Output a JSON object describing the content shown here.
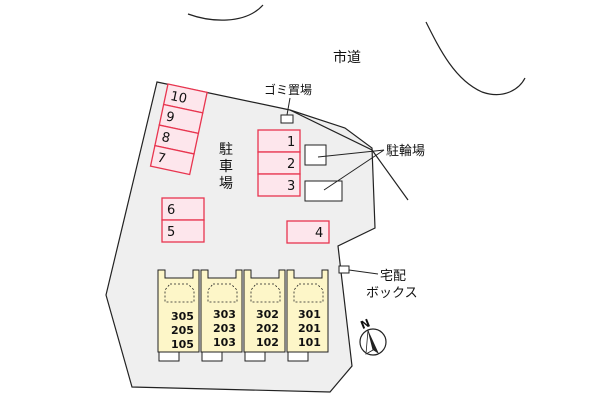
{
  "labels": {
    "road": "市道",
    "garbage": "ゴミ置場",
    "parking_1": "駐",
    "parking_2": "車",
    "parking_3": "場",
    "bicycle": "駐輪場",
    "delivery_1": "宅配",
    "delivery_2": "ボックス",
    "north": "N"
  },
  "parking_spaces": [
    "10",
    "9",
    "8",
    "7",
    "6",
    "5",
    "1",
    "2",
    "3",
    "4"
  ],
  "units": [
    {
      "rooms": [
        "305",
        "205",
        "105"
      ]
    },
    {
      "rooms": [
        "303",
        "203",
        "103"
      ]
    },
    {
      "rooms": [
        "302",
        "202",
        "102"
      ]
    },
    {
      "rooms": [
        "301",
        "201",
        "101"
      ]
    }
  ],
  "colors": {
    "site": "#efefef",
    "parking_fill": "#fde6ec",
    "parking_stroke": "#e8354f",
    "building_fill": "#fdf6c8",
    "outline": "#333333"
  }
}
